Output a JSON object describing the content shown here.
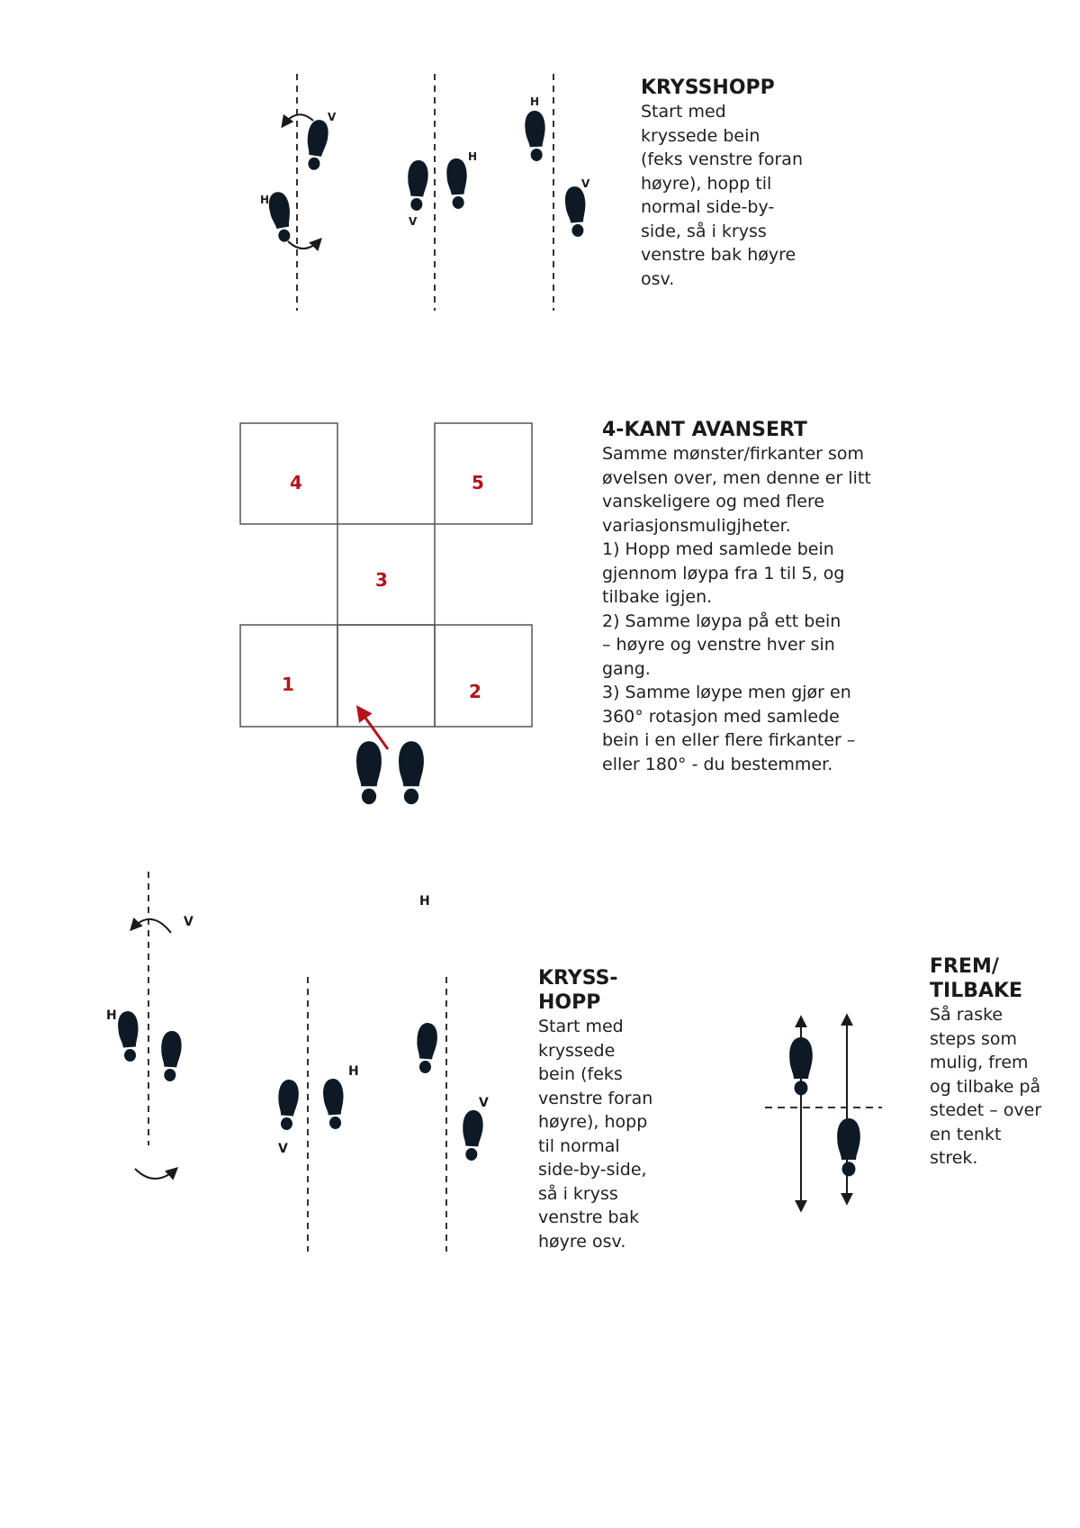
{
  "sections": {
    "krysshopp_top": {
      "title": "KRYSSHOPP",
      "body": "Start med\nkryssede bein\n(feks venstre foran\nhøyre), hopp til\nnormal side-by-\nside, så i kryss\nvenstre bak høyre\nosv.",
      "foot_labels": [
        "V",
        "H",
        "H",
        "V",
        "H",
        "V"
      ]
    },
    "firkant": {
      "title": "4-KANT AVANSERT",
      "body": "Samme mønster/firkanter som\nøvelsen over, men denne er litt\nvanskeligere og med flere\nvariasjonsmuligjheter.\n1) Hopp med samlede bein\ngjennom løypa fra 1 til 5, og\ntilbake igjen.\n2) Samme løypa på ett bein\n– høyre og venstre hver sin\ngang.\n3) Samme løype men gjør en\n360° rotasjon med samlede\nbein i en eller flere firkanter –\neller 180° - du bestemmer.",
      "square_numbers": [
        "1",
        "2",
        "3",
        "4",
        "5"
      ]
    },
    "krysshopp_bottom": {
      "title": "KRYSS-\nHOPP",
      "body": "Start med\nkryssede\nbein (feks\nvenstre foran\nhøyre), hopp\ntil normal\nside-by-side,\nså i kryss\nvenstre bak\nhøyre osv.",
      "foot_labels": [
        "V",
        "H",
        "H",
        "V",
        "H",
        "V"
      ]
    },
    "frem_tilbake": {
      "title": "FREM/\nTILBAKE",
      "body": "Så raske\nsteps som\nmulig, frem\nog tilbake på\nstedet – over\nen tenkt\nstrek."
    }
  },
  "colors": {
    "ink": "#0d1a26",
    "accent_red": "#b3141c",
    "line": "#333333"
  }
}
